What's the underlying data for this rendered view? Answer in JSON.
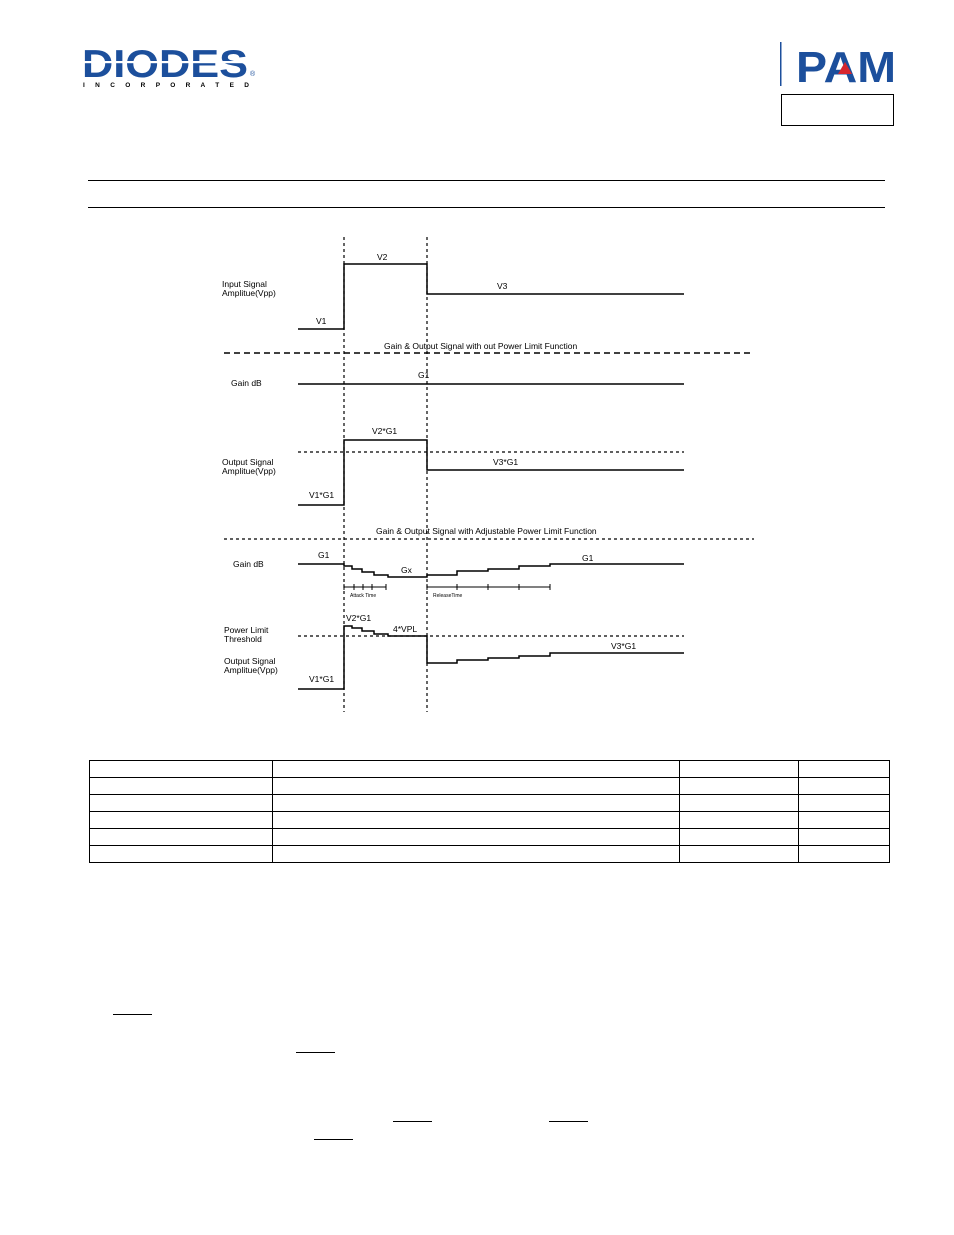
{
  "header": {
    "company_logo_text": "DIODES",
    "company_logo_sub": "I N C O R P O R A T E D",
    "company_registered": "®",
    "product_logo_text": "PAM",
    "brand_blue": "#1c4f9c",
    "brand_red": "#d7262e"
  },
  "figure": {
    "input_section": {
      "row_label_line1": "Input Signal",
      "row_label_line2": "Amplitue(Vpp)",
      "v1": "V1",
      "v2": "V2",
      "v3": "V3"
    },
    "without_limit": {
      "section_title": "Gain & Output Signal with out Power Limit Function",
      "gain_label": "Gain dB",
      "gain_value": "G1",
      "output_label_line1": "Output Signal",
      "output_label_line2": "Amplitue(Vpp)",
      "v1g1": "V1*G1",
      "v2g1": "V2*G1",
      "v3g1": "V3*G1"
    },
    "with_limit": {
      "section_title": "Gain & Output Signal with Adjustable Power Limit Function",
      "gain_label": "Gain dB",
      "g1_left": "G1",
      "gx": "Gx",
      "g1_right": "G1",
      "attack_time": "Attack Time",
      "release_time": "ReleaseTime",
      "threshold_label_line1": "Power Limit",
      "threshold_label_line2": "Threshold",
      "output_label_line1": "Output Signal",
      "output_label_line2": "Amplitue(Vpp)",
      "v2g1": "V2*G1",
      "vpl": "4*VPL",
      "v3g1": "V3*G1",
      "v1g1": "V1*G1"
    }
  },
  "table": {
    "rows": [
      [
        "",
        "",
        "",
        ""
      ],
      [
        "",
        "",
        "",
        ""
      ],
      [
        "",
        "",
        "",
        ""
      ],
      [
        "",
        "",
        "",
        ""
      ],
      [
        "",
        "",
        "",
        ""
      ],
      [
        "",
        "",
        "",
        ""
      ]
    ]
  }
}
